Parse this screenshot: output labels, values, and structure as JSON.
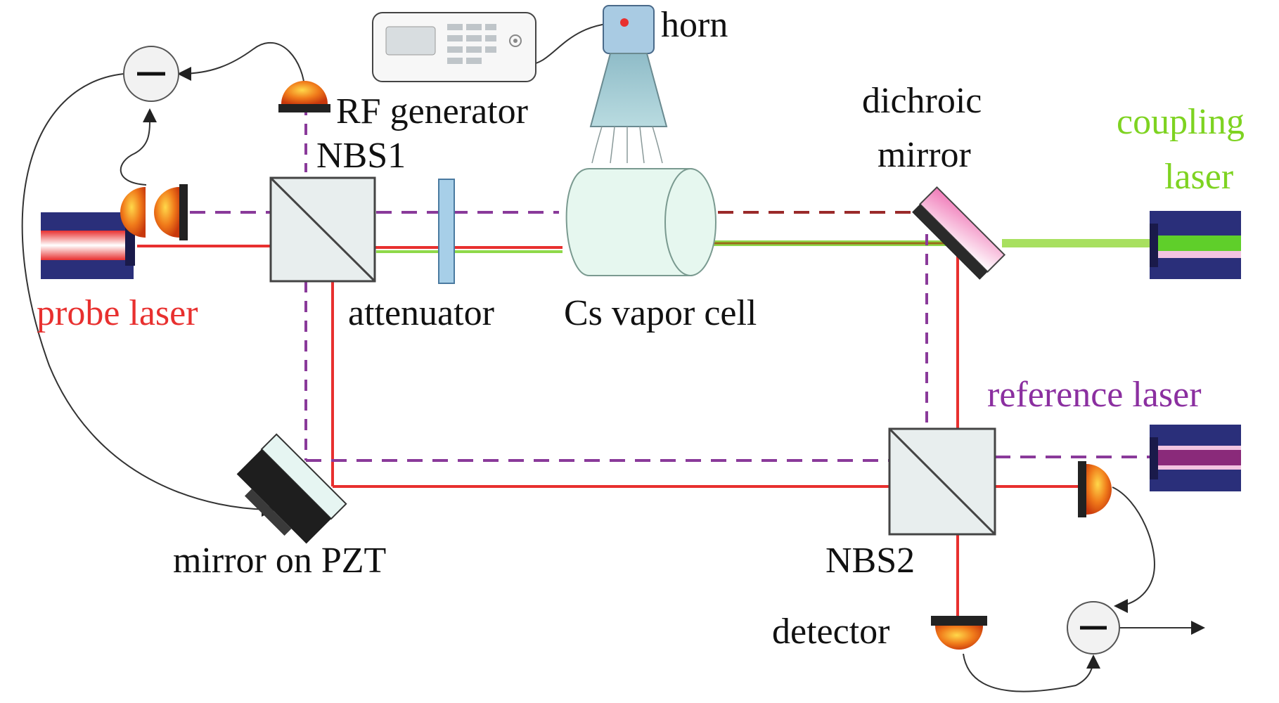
{
  "labels": {
    "horn": "horn",
    "rf_generator": "RF generator",
    "nbs1": "NBS1",
    "dichroic_line1": "dichroic",
    "dichroic_line2": "mirror",
    "coupling_line1": "coupling",
    "coupling_line2": "laser",
    "probe_laser": "probe laser",
    "attenuator": "attenuator",
    "cs_vapor_cell": "Cs vapor cell",
    "reference_laser": "reference laser",
    "mirror_on_pzt": "mirror on PZT",
    "nbs2": "NBS2",
    "detector": "detector"
  },
  "colors": {
    "probe_beam": "#e8302f",
    "coupling_beam": "#8fd94a",
    "reference_beam": "#8a3a9a",
    "coupling_reference_overlap": "#9a2a2a",
    "probe_label": "#e8302f",
    "coupling_label": "#7ed321",
    "reference_label": "#8b2fa0",
    "text": "#111111",
    "laser_body": "#2a2f7a"
  }
}
